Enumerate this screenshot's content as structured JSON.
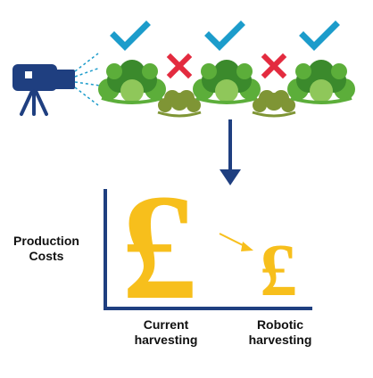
{
  "colors": {
    "navy": "#1f3f80",
    "teal": "#1c9ccb",
    "red": "#e32b3f",
    "green_dark": "#3b8a2c",
    "green_mid": "#5cae3a",
    "green_light": "#8fc75a",
    "olive": "#7f9535",
    "gold": "#f7bf1c"
  },
  "plants": [
    {
      "kind": "healthy",
      "mark": "check-icon"
    },
    {
      "kind": "diseased",
      "mark": "cross-icon"
    },
    {
      "kind": "healthy",
      "mark": "check-icon"
    },
    {
      "kind": "diseased",
      "mark": "cross-icon"
    },
    {
      "kind": "healthy",
      "mark": "check-icon"
    }
  ],
  "axis": {
    "ylabel": "Production\nCosts"
  },
  "categories": [
    {
      "label": "Current\nharvesting",
      "symbol": "£"
    },
    {
      "label": "Robotic\nharvesting",
      "symbol": "£"
    }
  ]
}
